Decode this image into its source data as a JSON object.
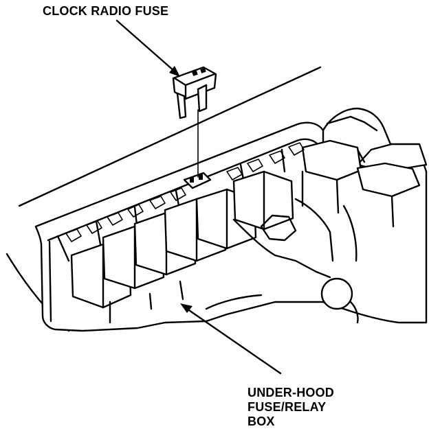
{
  "callouts": {
    "fuse_label": "CLOCK RADIO FUSE",
    "box_label_lines": [
      "UNDER-HOOD",
      "FUSE/RELAY",
      "BOX"
    ]
  }
}
